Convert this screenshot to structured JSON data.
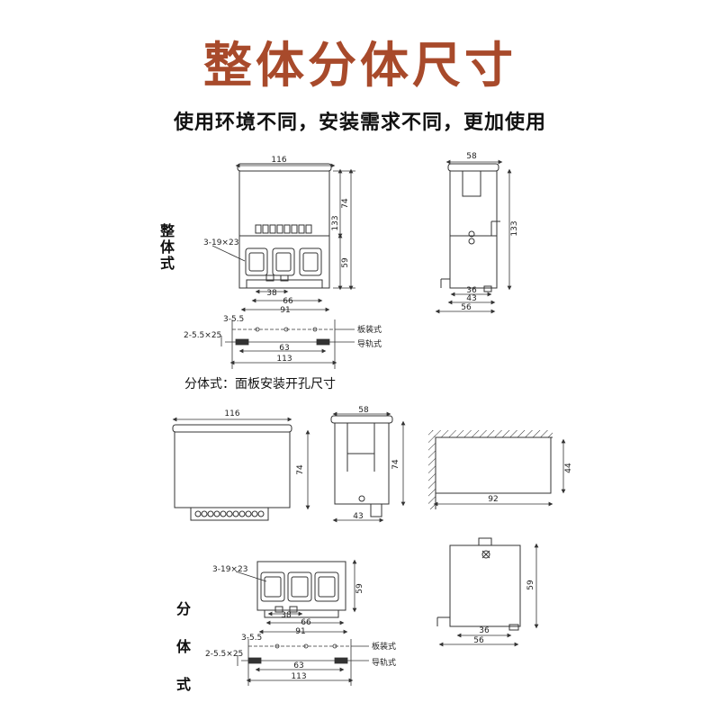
{
  "header": {
    "title": "整体分体尺寸",
    "subtitle": "使用环境不同，安装需求不同，更加使用"
  },
  "labels": {
    "integral": [
      "整",
      "体",
      "式"
    ],
    "split": [
      "分",
      "体",
      "式"
    ],
    "panel_cutout": "分体式：面板安装开孔尺寸",
    "panel_mount": "板装式",
    "rail_mount": "导轨式"
  },
  "dims": {
    "w116": "116",
    "h133": "133",
    "h74": "74",
    "h59": "59",
    "holes": "3-19×23",
    "d38": "38",
    "d66": "66",
    "d91": "91",
    "d3_5": "3-5.5",
    "d2_5": "2-5.5×25",
    "d63": "63",
    "d113": "113",
    "w58": "58",
    "d36": "36",
    "d43": "43",
    "d56": "56",
    "d92": "92",
    "d44": "44"
  },
  "colors": {
    "title": "#a84a2b",
    "line": "#333333"
  }
}
